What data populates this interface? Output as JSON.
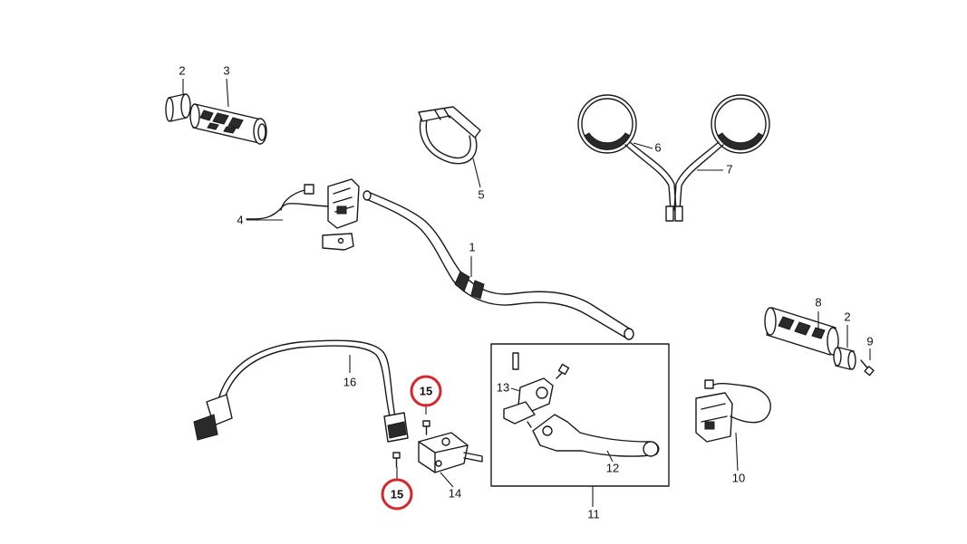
{
  "diagram": {
    "type": "exploded-parts-diagram",
    "highlight_color": "#d8262b",
    "callouts": [
      {
        "id": "c2a",
        "label": "2"
      },
      {
        "id": "c3",
        "label": "3"
      },
      {
        "id": "c5",
        "label": "5"
      },
      {
        "id": "c6",
        "label": "6"
      },
      {
        "id": "c7",
        "label": "7"
      },
      {
        "id": "c4",
        "label": "4"
      },
      {
        "id": "c1",
        "label": "1"
      },
      {
        "id": "c8",
        "label": "8"
      },
      {
        "id": "c2b",
        "label": "2"
      },
      {
        "id": "c9",
        "label": "9"
      },
      {
        "id": "c16",
        "label": "16"
      },
      {
        "id": "c13",
        "label": "13"
      },
      {
        "id": "c12",
        "label": "12"
      },
      {
        "id": "c14",
        "label": "14"
      },
      {
        "id": "c11",
        "label": "11"
      },
      {
        "id": "c10",
        "label": "10"
      }
    ],
    "highlighted_callouts": [
      {
        "id": "h15a",
        "label": "15"
      },
      {
        "id": "h15b",
        "label": "15"
      }
    ]
  }
}
